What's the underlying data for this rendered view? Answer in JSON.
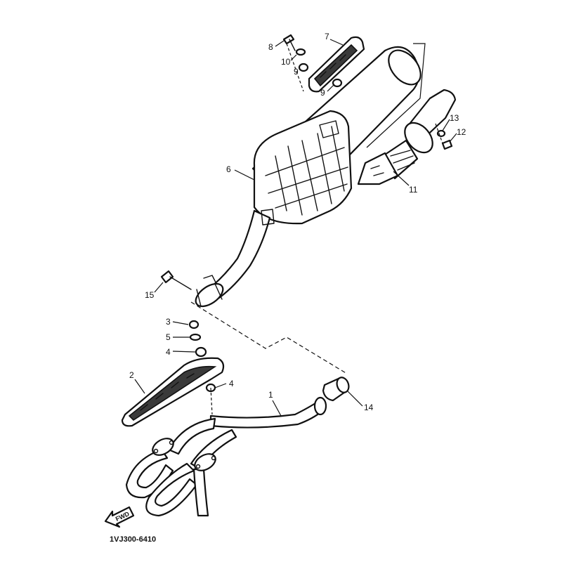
{
  "callouts": [
    {
      "id": "c1",
      "label": "1"
    },
    {
      "id": "c2",
      "label": "2"
    },
    {
      "id": "c3",
      "label": "3"
    },
    {
      "id": "c4a",
      "label": "4"
    },
    {
      "id": "c4b",
      "label": "4"
    },
    {
      "id": "c5",
      "label": "5"
    },
    {
      "id": "c6",
      "label": "6"
    },
    {
      "id": "c7",
      "label": "7"
    },
    {
      "id": "c8",
      "label": "8"
    },
    {
      "id": "c9a",
      "label": "9"
    },
    {
      "id": "c9b",
      "label": "9"
    },
    {
      "id": "c10",
      "label": "10"
    },
    {
      "id": "c11",
      "label": "11"
    },
    {
      "id": "c12",
      "label": "12"
    },
    {
      "id": "c13",
      "label": "13"
    },
    {
      "id": "c14",
      "label": "14"
    },
    {
      "id": "c15",
      "label": "15"
    }
  ],
  "fwd_label": "FWD",
  "diagram_code": "1VJ300-6410"
}
